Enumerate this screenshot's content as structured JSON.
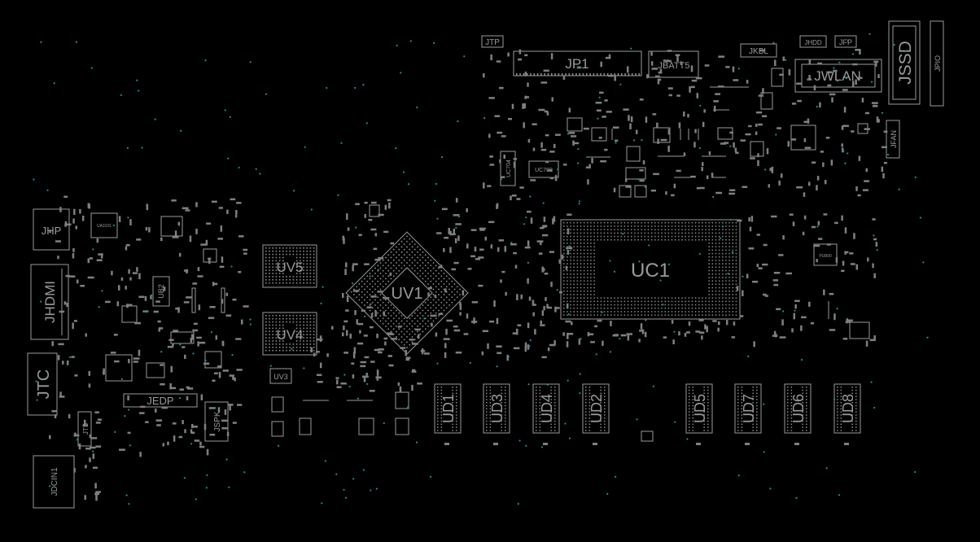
{
  "board": {
    "background": "#000000",
    "outline_color": "#9a9a9a",
    "via_color": "#1f8f9a",
    "labels": {
      "jhp": "JHP",
      "jhdmi": "JHDMI",
      "jtc": "JTC",
      "jdcin1": "JDCIN1",
      "jedp": "JEDP",
      "jspk": "JSPK",
      "jts": "JTS",
      "ub2": "UB2",
      "ua3101": "UA3101",
      "uv5": "UV5",
      "uv4": "UV4",
      "uv3": "UV3",
      "uv1": "UV1",
      "jtp": "JTP",
      "jp1": "JP1",
      "jbatt5": "JBATT5",
      "uc704": "UC704",
      "uc702": "UC702",
      "uc1": "UC1",
      "jkbl": "JKBL",
      "jhdd": "JHDD",
      "jfp": "JFP",
      "jwlan": "JWLAN",
      "jssd": "JSSD",
      "jpio": "JPIO",
      "jfan": "JFAN",
      "pu800": "PU800",
      "ud1": "UD1",
      "ud3": "UD3",
      "ud4": "UD4",
      "ud2": "UD2",
      "ud5": "UD5",
      "ud7": "UD7",
      "ud6": "UD6",
      "ud8": "UD8"
    }
  }
}
